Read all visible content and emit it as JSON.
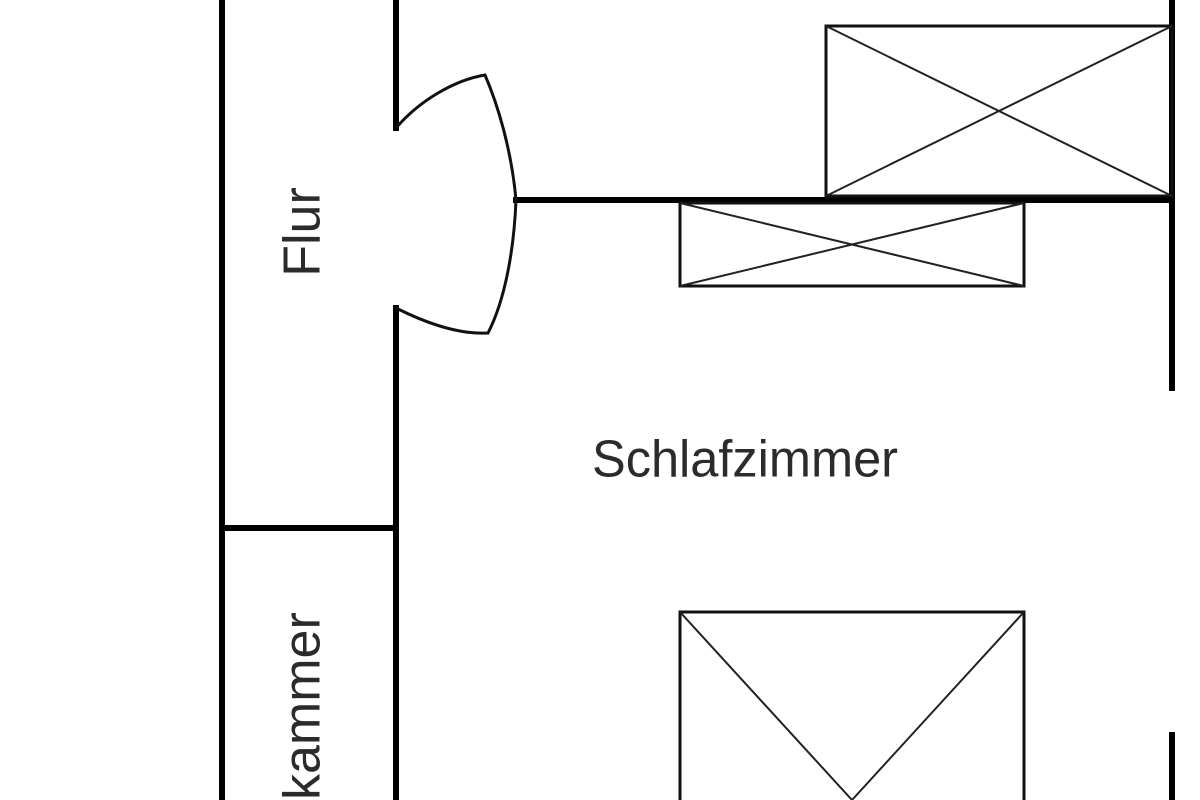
{
  "plan": {
    "rooms": {
      "flur": "Flur",
      "schlafzimmer": "Schlafzimmer",
      "kammer": "kammer"
    }
  },
  "colors": {
    "wall": "#000000",
    "label": "#2b2b2b",
    "background": "#ffffff"
  }
}
